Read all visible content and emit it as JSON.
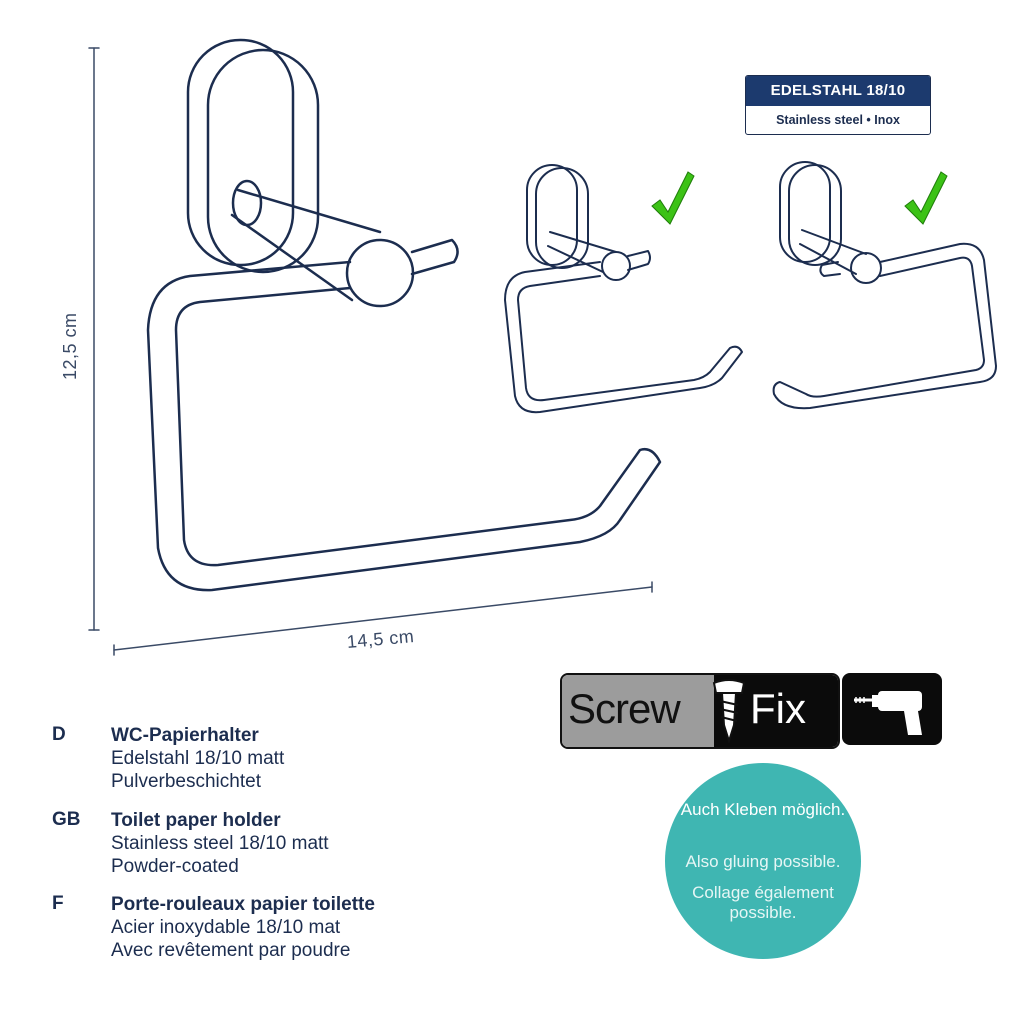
{
  "dimensions": {
    "width": "14,5 cm",
    "height": "12,5 cm"
  },
  "material_badge": {
    "title": "EDELSTAHL 18/10",
    "subtitle": "Stainless steel • Inox"
  },
  "mounting": {
    "screw_label": "Screw",
    "fix_label": "Fix",
    "icons": [
      "screw-icon",
      "drill-icon"
    ]
  },
  "variants": {
    "icons": [
      "checkmark-icon",
      "checkmark-icon"
    ],
    "check_color": "#3cc216"
  },
  "glue_note": {
    "de": "Auch Kleben möglich.",
    "en": "Also gluing possible.",
    "fr": "Collage également possible.",
    "color": "#3fb6b2"
  },
  "descriptions": [
    {
      "code": "D",
      "title": "WC-Papierhalter",
      "line1": "Edelstahl 18/10 matt",
      "line2": "Pulverbeschichtet"
    },
    {
      "code": "GB",
      "title": "Toilet paper holder",
      "line1": "Stainless steel 18/10 matt",
      "line2": "Powder-coated"
    },
    {
      "code": "F",
      "title": "Porte-rouleaux papier toilette",
      "line1": "Acier inoxydable 18/10 mat",
      "line2": "Avec revêtement par poudre"
    }
  ]
}
